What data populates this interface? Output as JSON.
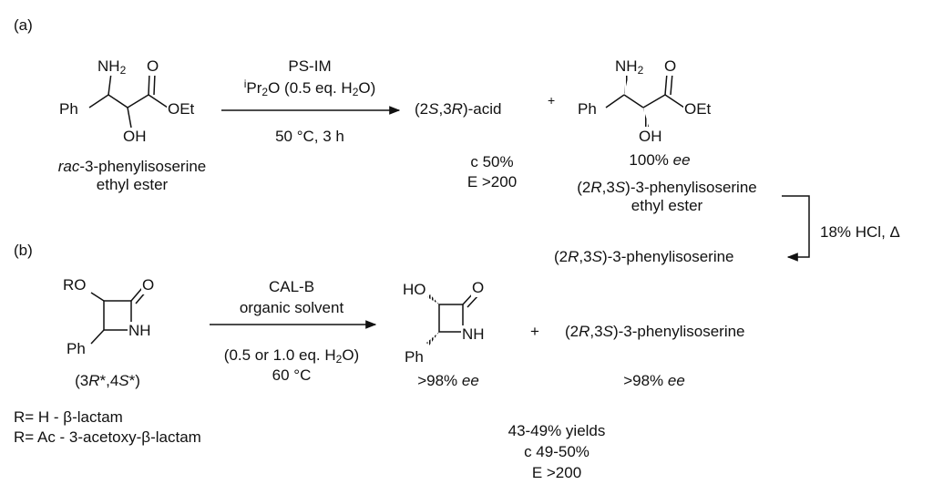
{
  "panel_a": {
    "label": "(a)",
    "reactant": {
      "nh2": "NH2",
      "o": "O",
      "ph": "Ph",
      "oet": "OEt",
      "oh": "OH",
      "name_italic": "rac",
      "name_rest": "-3-phenylisoserine",
      "name_line2": "ethyl ester"
    },
    "conditions": {
      "enzyme": "PS-IM",
      "solvent_prefix": "i",
      "solvent_main": "Pr",
      "solvent_sub": "2",
      "solvent_rest": "O (0.5 eq. H",
      "solvent_h2o_sub": "2",
      "solvent_end": "O)",
      "temp_time": "50 °C, 3 h"
    },
    "acid": {
      "p1": "(2",
      "s": "S",
      "p2": ",3",
      "r": "R",
      "p3": ")-acid"
    },
    "plus": "+",
    "conversion": "c 50%",
    "e_value": "E >200",
    "ester": {
      "nh2": "NH2",
      "o": "O",
      "ph": "Ph",
      "oet": "OEt",
      "oh": "OH",
      "ee_value": "100%",
      "ee_label": "ee",
      "name_p1": "(2",
      "name_r": "R",
      "name_p2": ",3",
      "name_s": "S",
      "name_p3": ")-3-phenylisoserine",
      "name_line2": "ethyl ester"
    },
    "hydrolysis": {
      "reagent": "18% HCl, Δ"
    },
    "product": {
      "p1": "(2",
      "r": "R",
      "p2": ",3",
      "s": "S",
      "p3": ")-3-phenylisoserine"
    }
  },
  "panel_b": {
    "label": "(b)",
    "reactant": {
      "ro": "RO",
      "o": "O",
      "nh": "NH",
      "ph": "Ph",
      "stereo_p1": "(3",
      "stereo_r": "R",
      "stereo_p2": "*,4",
      "stereo_s": "S",
      "stereo_p3": "*)"
    },
    "r_definitions": [
      "R= H - β-lactam",
      "R= Ac - 3-acetoxy-β-lactam"
    ],
    "conditions": {
      "enzyme": "CAL-B",
      "solvent": "organic solvent",
      "water_p1": "(0.5 or 1.0 eq. H",
      "water_sub": "2",
      "water_p2": "O)",
      "temp": "60 °C"
    },
    "lactam_product": {
      "ho": "HO",
      "o": "O",
      "nh": "NH",
      "ph": "Ph",
      "ee_value": ">98%",
      "ee_label": "ee"
    },
    "plus": "+",
    "acid_product": {
      "p1": "(2",
      "r": "R",
      "p2": ",3",
      "s": "S",
      "p3": ")-3-phenylisoserine",
      "ee_value": ">98%",
      "ee_label": "ee"
    },
    "yields": "43-49% yields",
    "conversion": "c 49-50%",
    "e_value": "E >200"
  }
}
